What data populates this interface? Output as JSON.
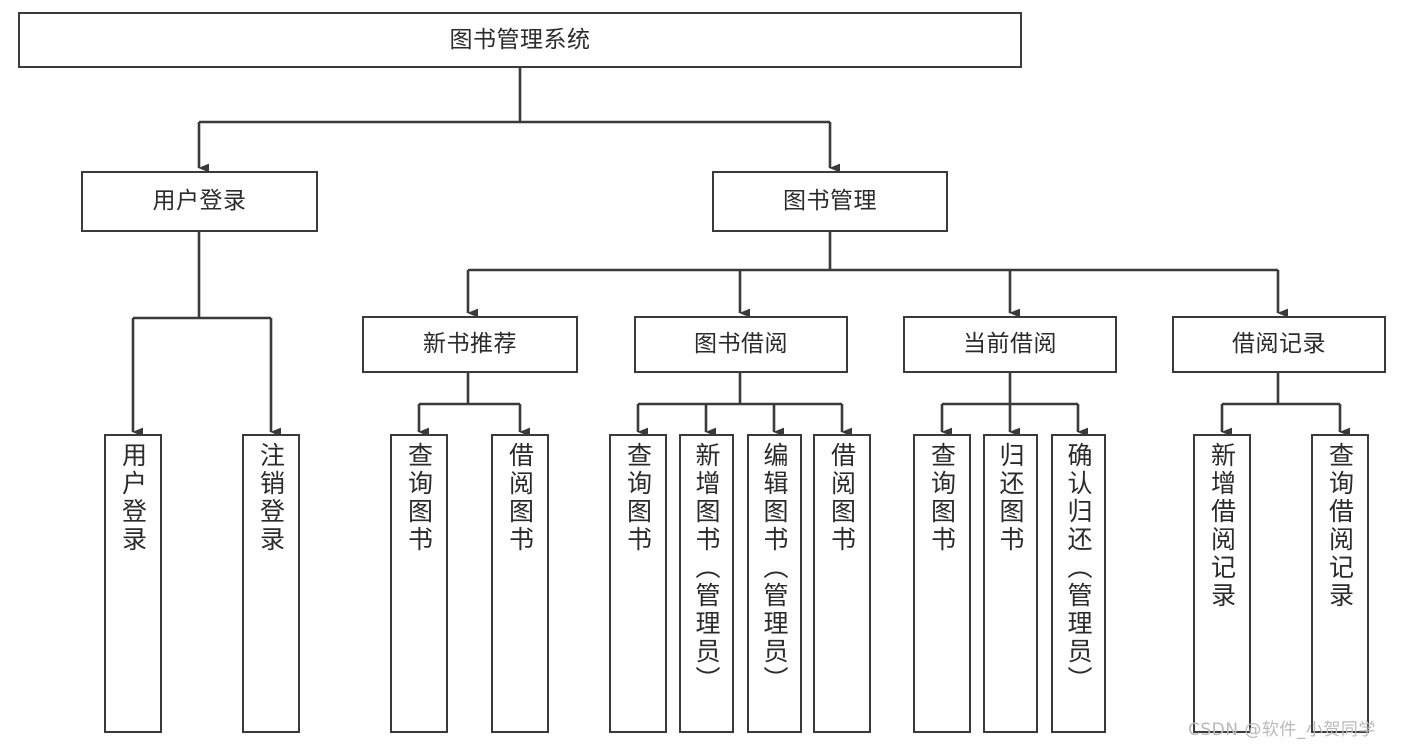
{
  "diagram": {
    "title": "图书管理系统",
    "type": "tree-hierarchy",
    "watermark": "CSDN @软件_小贺同学",
    "nodes": {
      "root": {
        "label": "图书管理系统",
        "level": 0
      },
      "l1": [
        {
          "id": "user-login",
          "label": "用户登录"
        },
        {
          "id": "book-manage",
          "label": "图书管理"
        }
      ],
      "l2": [
        {
          "id": "new-book-rec",
          "label": "新书推荐"
        },
        {
          "id": "book-borrow",
          "label": "图书借阅"
        },
        {
          "id": "current-borrow",
          "label": "当前借阅"
        },
        {
          "id": "borrow-record",
          "label": "借阅记录"
        }
      ],
      "leaves": [
        {
          "id": "leaf-user-login",
          "label": "用户登录",
          "parent": "user-login"
        },
        {
          "id": "leaf-logout-login",
          "label": "注销登录",
          "parent": "user-login"
        },
        {
          "id": "leaf-query-book-1",
          "label": "查询图书",
          "parent": "new-book-rec"
        },
        {
          "id": "leaf-borrow-book-1",
          "label": "借阅图书",
          "parent": "new-book-rec"
        },
        {
          "id": "leaf-query-book-2",
          "label": "查询图书",
          "parent": "book-borrow"
        },
        {
          "id": "leaf-add-book",
          "label": "新增图书（管理员）",
          "parent": "book-borrow"
        },
        {
          "id": "leaf-edit-book",
          "label": "编辑图书（管理员）",
          "parent": "book-borrow"
        },
        {
          "id": "leaf-borrow-book-2",
          "label": "借阅图书",
          "parent": "book-borrow"
        },
        {
          "id": "leaf-query-book-3",
          "label": "查询图书",
          "parent": "current-borrow"
        },
        {
          "id": "leaf-return-book",
          "label": "归还图书",
          "parent": "current-borrow"
        },
        {
          "id": "leaf-confirm-return",
          "label": "确认归还（管理员）",
          "parent": "current-borrow"
        },
        {
          "id": "leaf-add-record",
          "label": "新增借阅记录",
          "parent": "borrow-record"
        },
        {
          "id": "leaf-query-record",
          "label": "查询借阅记录",
          "parent": "borrow-record"
        }
      ]
    },
    "colors": {
      "stroke": "#3a3a3a",
      "text": "#2b2b2b",
      "background": "#ffffff",
      "watermark": "#b9b9b9"
    }
  }
}
